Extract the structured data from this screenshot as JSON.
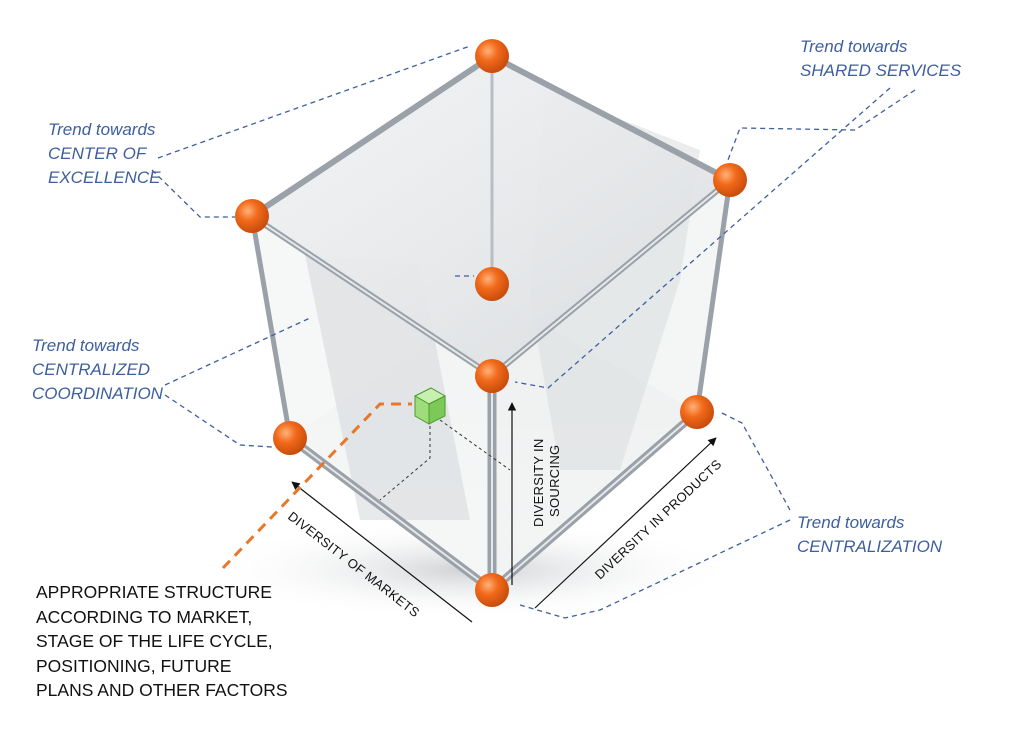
{
  "labels": {
    "center_of_excellence": [
      "Trend towards",
      "CENTER OF",
      "EXCELLENCE"
    ],
    "shared_services": [
      "Trend towards",
      "SHARED SERVICES"
    ],
    "centralized_coordination": [
      "Trend towards",
      "CENTRALIZED",
      "COORDINATION"
    ],
    "centralization": [
      "Trend towards",
      "CENTRALIZATION"
    ]
  },
  "axes": {
    "markets": "DIVERSITY OF MARKETS",
    "sourcing": [
      "DIVERSITY IN",
      "SOURCING"
    ],
    "products": "DIVERSITY IN PRODUCTS"
  },
  "note": [
    "APPROPRIATE STRUCTURE",
    "ACCORDING TO MARKET,",
    "STAGE OF THE LIFE CYCLE,",
    "POSITIONING, FUTURE",
    "PLANS AND OTHER FACTORS"
  ],
  "colors": {
    "node": "#f26a1b",
    "label": "#3d5fa0",
    "leader": "#3d5fa0",
    "edge": "#9aa1a8",
    "highlight": "#e8772a",
    "marker": "#8fd66a"
  }
}
